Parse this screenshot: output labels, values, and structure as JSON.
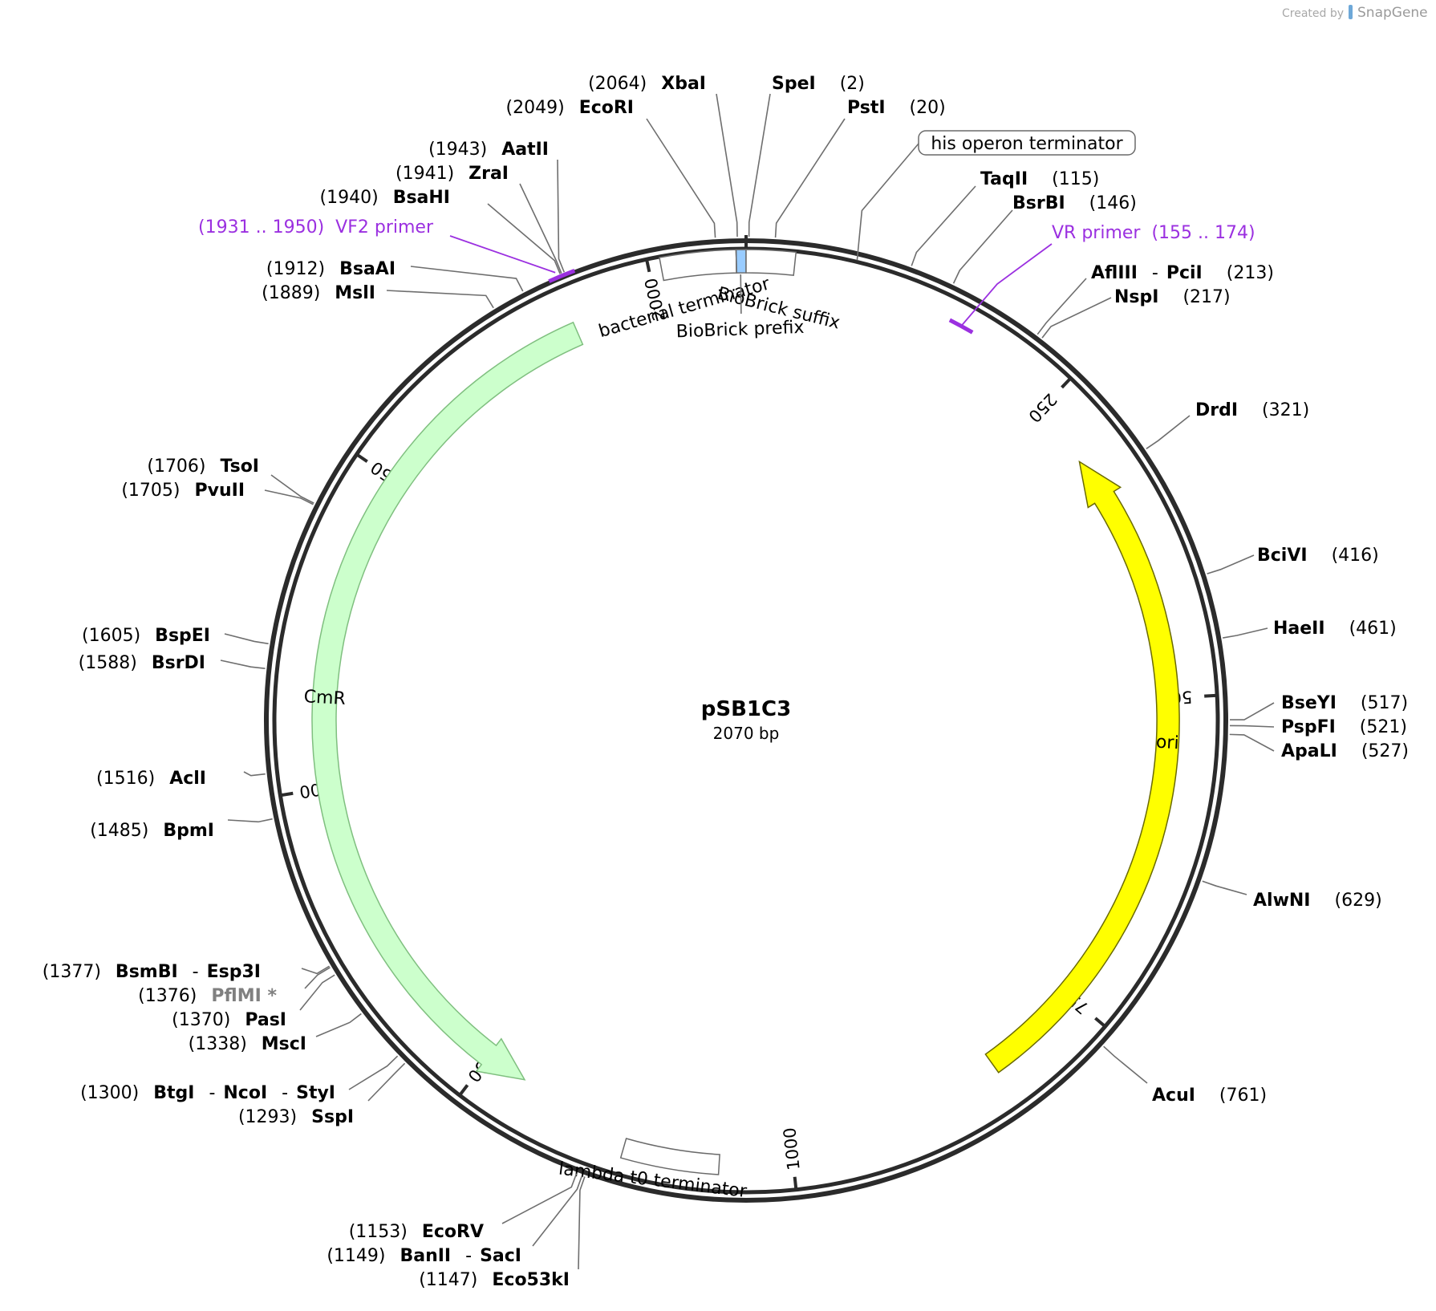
{
  "branding": {
    "created_by": "Created by",
    "brand": "SnapGene"
  },
  "plasmid": {
    "name": "pSB1C3",
    "length_label": "2070 bp",
    "length": 2070
  },
  "colors": {
    "backbone": "#2b2b2b",
    "primer": "#9b30e0",
    "ori": "#ffff00",
    "cmr": "#ccffcc",
    "biobrick": "#99ccff",
    "enzyme_text": "#000000",
    "leader": "#6e6e6e",
    "unavailable_enzyme": "#808080"
  },
  "ticks": [
    {
      "pos": 250,
      "label": "250"
    },
    {
      "pos": 500,
      "label": "500"
    },
    {
      "pos": 750,
      "label": "750"
    },
    {
      "pos": 1000,
      "label": "1000"
    },
    {
      "pos": 1250,
      "label": "1250"
    },
    {
      "pos": 1500,
      "label": "1500"
    },
    {
      "pos": 1750,
      "label": "1750"
    },
    {
      "pos": 2000,
      "label": "2000"
    }
  ],
  "features": [
    {
      "id": "cmr",
      "label": "CmR",
      "type": "arrow",
      "start": 1935,
      "end": 1217,
      "direction": "ccw",
      "color": "#ccffcc"
    },
    {
      "id": "ori",
      "label": "ori",
      "type": "arrow",
      "start": 830,
      "end": 300,
      "direction": "ccw",
      "color": "#ffff00"
    },
    {
      "id": "bacterial-terminator",
      "label": "bacterial terminator",
      "type": "box",
      "start": 2009,
      "end": 2063,
      "color": "#ffffff"
    },
    {
      "id": "biobrick-prefix",
      "label": "BioBrick prefix",
      "type": "box",
      "start": 2063,
      "end": 2070,
      "color": "#99ccff"
    },
    {
      "id": "biobrick-suffix",
      "label": "BioBrick suffix",
      "type": "box",
      "start": 0,
      "end": 35,
      "color": "#ffffff"
    },
    {
      "id": "lambda-t0-terminator",
      "label": "lambda t0 terminator",
      "type": "box",
      "start": 1055,
      "end": 1127,
      "color": "#ffffff"
    }
  ],
  "his_operon_terminator": {
    "label": "his operon terminator",
    "pos": 78
  },
  "primers": [
    {
      "id": "vf2",
      "name": "VF2 primer",
      "range": "(1931 .. 1950)",
      "start": 1931,
      "end": 1950
    },
    {
      "id": "vr",
      "name": "VR primer",
      "range": "(155 .. 174)",
      "start": 155,
      "end": 174
    }
  ],
  "enzymes": [
    {
      "id": "xbai",
      "pos_label": "(2064)",
      "names": [
        "XbaI"
      ],
      "site": 2064,
      "side": "left"
    },
    {
      "id": "ecori",
      "pos_label": "(2049)",
      "names": [
        "EcoRI"
      ],
      "site": 2049,
      "side": "left"
    },
    {
      "id": "spei",
      "pos_label": "(2)",
      "names": [
        "SpeI"
      ],
      "site": 2,
      "side": "right"
    },
    {
      "id": "psti",
      "pos_label": "(20)",
      "names": [
        "PstI"
      ],
      "site": 20,
      "side": "right"
    },
    {
      "id": "aatii",
      "pos_label": "(1943)",
      "names": [
        "AatII"
      ],
      "site": 1943,
      "side": "left"
    },
    {
      "id": "zrai",
      "pos_label": "(1941)",
      "names": [
        "ZraI"
      ],
      "site": 1941,
      "side": "left"
    },
    {
      "id": "bsahi",
      "pos_label": "(1940)",
      "names": [
        "BsaHI"
      ],
      "site": 1940,
      "side": "left"
    },
    {
      "id": "bsaai",
      "pos_label": "(1912)",
      "names": [
        "BsaAI"
      ],
      "site": 1912,
      "side": "left"
    },
    {
      "id": "msli",
      "pos_label": "(1889)",
      "names": [
        "MslI"
      ],
      "site": 1889,
      "side": "left"
    },
    {
      "id": "taqii",
      "pos_label": "(115)",
      "names": [
        "TaqII"
      ],
      "site": 115,
      "side": "right"
    },
    {
      "id": "bsrbi",
      "pos_label": "(146)",
      "names": [
        "BsrBI"
      ],
      "site": 146,
      "side": "right"
    },
    {
      "id": "afliii",
      "pos_label": "(213)",
      "names": [
        "AflIII",
        "PciI"
      ],
      "site": 213,
      "side": "right"
    },
    {
      "id": "nspi",
      "pos_label": "(217)",
      "names": [
        "NspI"
      ],
      "site": 217,
      "side": "right"
    },
    {
      "id": "drdi",
      "pos_label": "(321)",
      "names": [
        "DrdI"
      ],
      "site": 321,
      "side": "right"
    },
    {
      "id": "bcivi",
      "pos_label": "(416)",
      "names": [
        "BciVI"
      ],
      "site": 416,
      "side": "right"
    },
    {
      "id": "haeii",
      "pos_label": "(461)",
      "names": [
        "HaeII"
      ],
      "site": 461,
      "side": "right"
    },
    {
      "id": "bseyi",
      "pos_label": "(517)",
      "names": [
        "BseYI"
      ],
      "site": 517,
      "side": "right"
    },
    {
      "id": "pspfi",
      "pos_label": "(521)",
      "names": [
        "PspFI"
      ],
      "site": 521,
      "side": "right"
    },
    {
      "id": "apali",
      "pos_label": "(527)",
      "names": [
        "ApaLI"
      ],
      "site": 527,
      "side": "right"
    },
    {
      "id": "alwni",
      "pos_label": "(629)",
      "names": [
        "AlwNI"
      ],
      "site": 629,
      "side": "right"
    },
    {
      "id": "acui",
      "pos_label": "(761)",
      "names": [
        "AcuI"
      ],
      "site": 761,
      "side": "right"
    },
    {
      "id": "tsoi",
      "pos_label": "(1706)",
      "names": [
        "TsoI"
      ],
      "site": 1706,
      "side": "left"
    },
    {
      "id": "pvuii",
      "pos_label": "(1705)",
      "names": [
        "PvuII"
      ],
      "site": 1705,
      "side": "left"
    },
    {
      "id": "bspei",
      "pos_label": "(1605)",
      "names": [
        "BspEI"
      ],
      "site": 1605,
      "side": "left"
    },
    {
      "id": "bsrdi",
      "pos_label": "(1588)",
      "names": [
        "BsrDI"
      ],
      "site": 1588,
      "side": "left"
    },
    {
      "id": "acli",
      "pos_label": "(1516)",
      "names": [
        "AclI"
      ],
      "site": 1516,
      "side": "left"
    },
    {
      "id": "bpmi",
      "pos_label": "(1485)",
      "names": [
        "BpmI"
      ],
      "site": 1485,
      "side": "left"
    },
    {
      "id": "bsmbi",
      "pos_label": "(1377)",
      "names": [
        "BsmBI",
        "Esp3I"
      ],
      "site": 1377,
      "side": "left"
    },
    {
      "id": "pflmi",
      "pos_label": "(1376)",
      "names": [
        "PflMI *"
      ],
      "site": 1376,
      "side": "left",
      "muted": true
    },
    {
      "id": "pasi",
      "pos_label": "(1370)",
      "names": [
        "PasI"
      ],
      "site": 1370,
      "side": "left"
    },
    {
      "id": "msci",
      "pos_label": "(1338)",
      "names": [
        "MscI"
      ],
      "site": 1338,
      "side": "left"
    },
    {
      "id": "btgi",
      "pos_label": "(1300)",
      "names": [
        "BtgI",
        "NcoI",
        "StyI"
      ],
      "site": 1300,
      "side": "left"
    },
    {
      "id": "sspi",
      "pos_label": "(1293)",
      "names": [
        "SspI"
      ],
      "site": 1293,
      "side": "left"
    },
    {
      "id": "ecorv",
      "pos_label": "(1153)",
      "names": [
        "EcoRV"
      ],
      "site": 1153,
      "side": "left"
    },
    {
      "id": "banii",
      "pos_label": "(1149)",
      "names": [
        "BanII",
        "SacI"
      ],
      "site": 1149,
      "side": "left"
    },
    {
      "id": "eco53ki",
      "pos_label": "(1147)",
      "names": [
        "Eco53kI"
      ],
      "site": 1147,
      "side": "left"
    }
  ]
}
